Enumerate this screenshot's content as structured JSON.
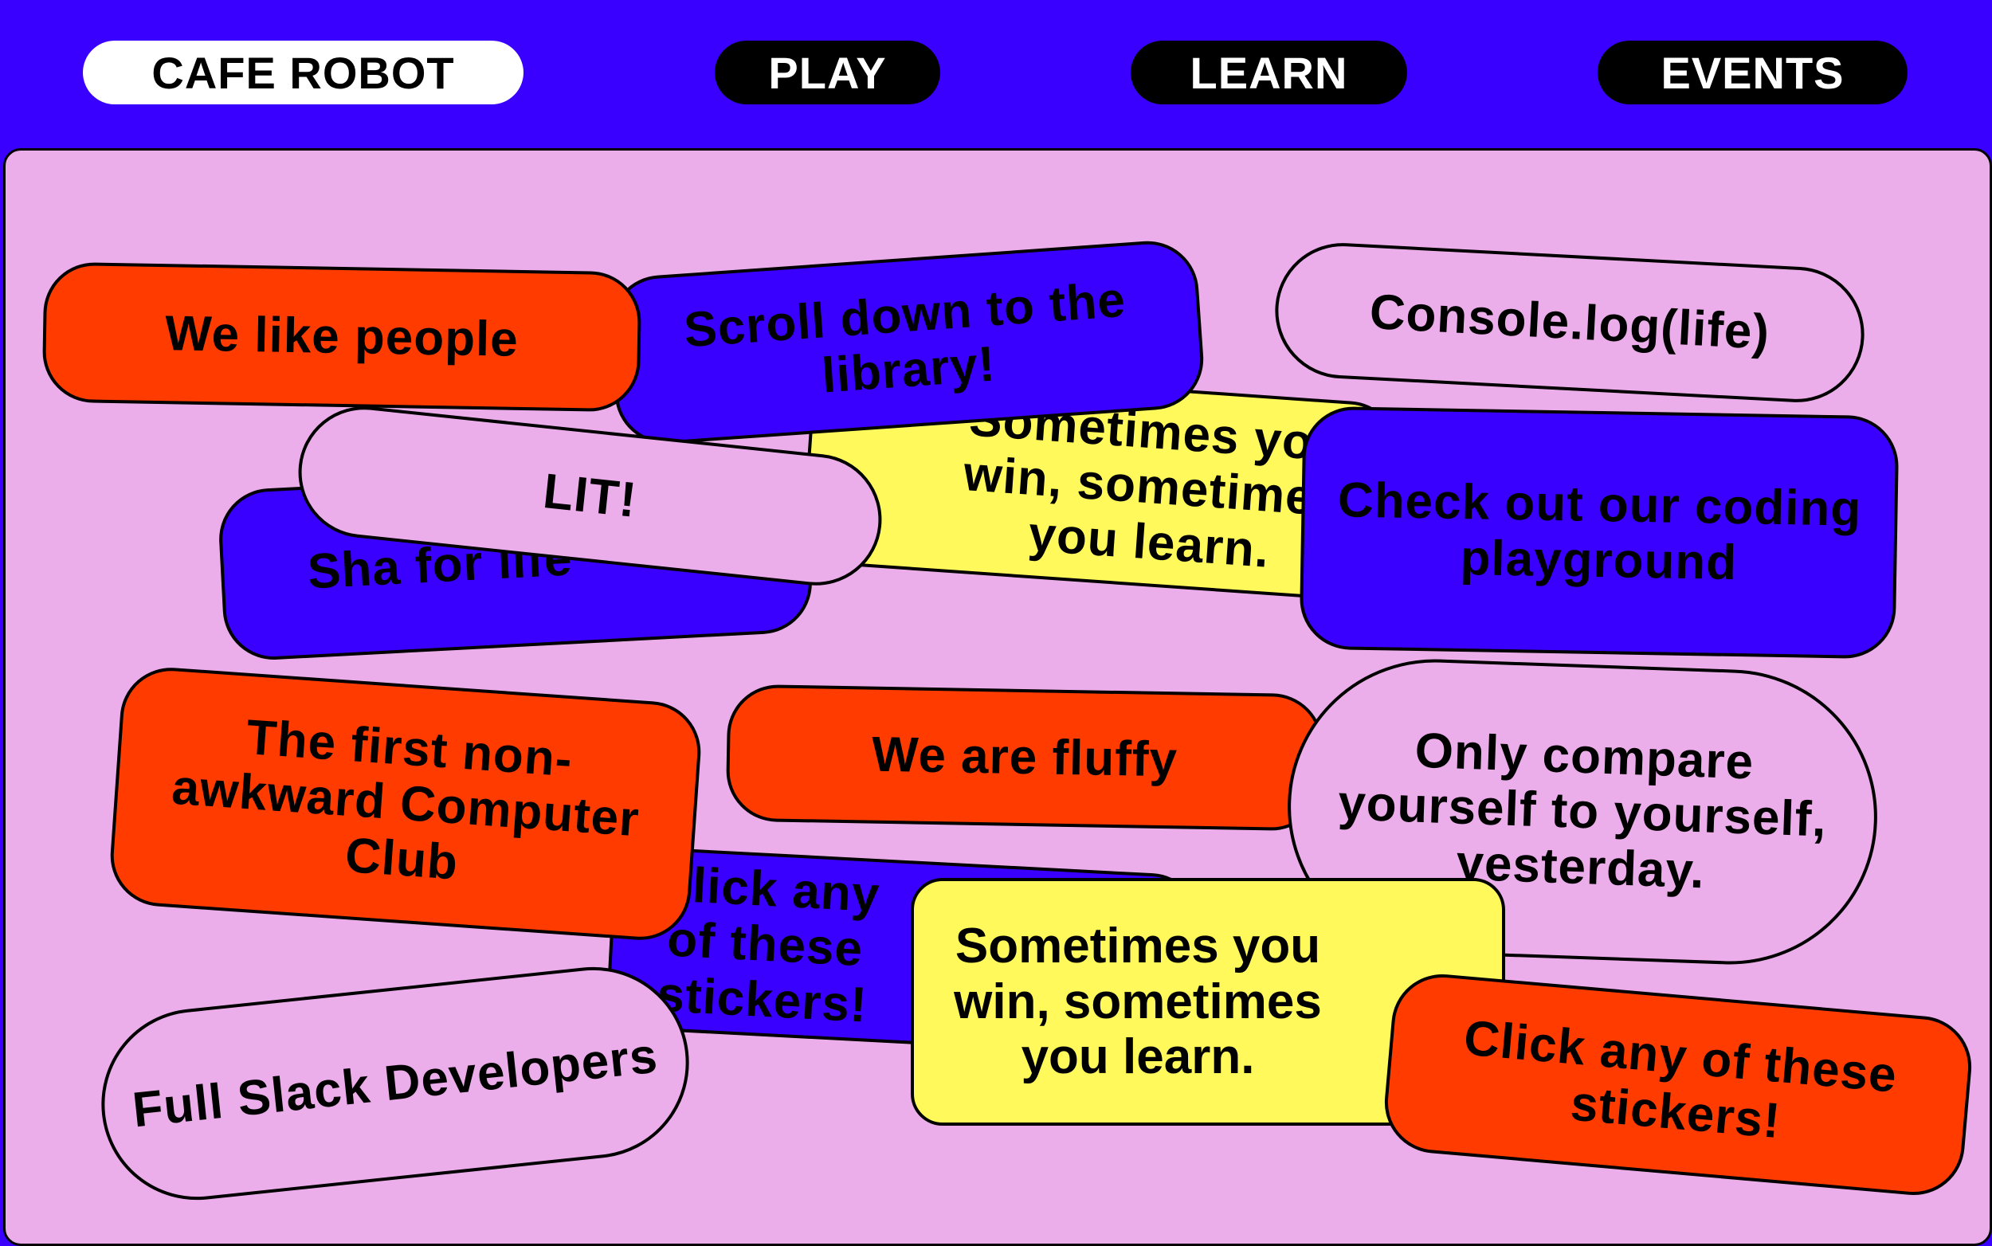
{
  "nav": {
    "brand": "CAFE ROBOT",
    "play": "PLAY",
    "learn": "LEARN",
    "events": "EVENTS"
  },
  "stickers": {
    "we_like_people": "We like people",
    "scroll_down": "Scroll down to the library!",
    "console_log": "Console.log(life)",
    "sometimes_back": "Sometimes you win, sometimes you learn.",
    "for_life": "Sha for life",
    "lit": "LIT!",
    "coding_playground": "Check out our coding playground",
    "first_club": "The first non-awkward Computer Club",
    "fluffy": "We are fluffy",
    "compare": "Only compare yourself to yourself, yesterday.",
    "click_back": "Click any of these stickers!",
    "slack": "Full Slack Developers",
    "sometimes_front": "Sometimes you win, sometimes you learn.",
    "click_front": "Click any of these stickers!"
  },
  "colors": {
    "blue": "#3a00ff",
    "orange": "#ff3b00",
    "yellow": "#fff95b",
    "pink": "#ecaeea"
  }
}
